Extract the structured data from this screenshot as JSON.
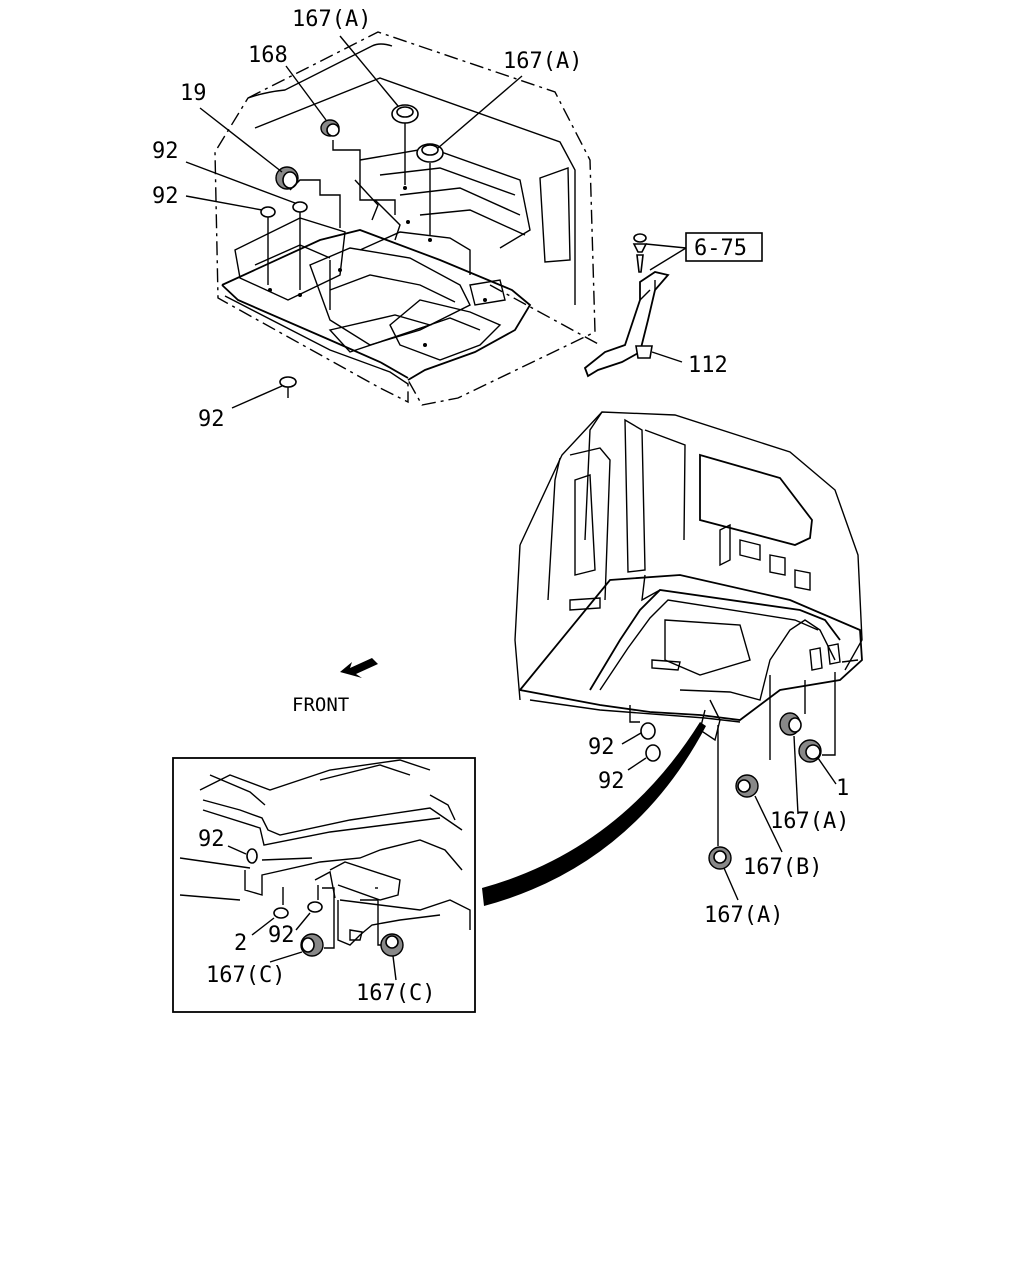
{
  "top_view": {
    "callouts": [
      {
        "id": "c1",
        "text": "167(A)"
      },
      {
        "id": "c2",
        "text": "168"
      },
      {
        "id": "c3",
        "text": "167(A)"
      },
      {
        "id": "c4",
        "text": "19"
      },
      {
        "id": "c5",
        "text": "92"
      },
      {
        "id": "c6",
        "text": "92"
      },
      {
        "id": "c7",
        "text": "6-75"
      },
      {
        "id": "c8",
        "text": "112"
      },
      {
        "id": "c9",
        "text": "92"
      }
    ]
  },
  "bottom_view": {
    "front_label": "FRONT",
    "callouts": [
      {
        "id": "d1",
        "text": "92"
      },
      {
        "id": "d2",
        "text": "92"
      },
      {
        "id": "d3",
        "text": "1"
      },
      {
        "id": "d4",
        "text": "167(A)"
      },
      {
        "id": "d5",
        "text": "167(B)"
      },
      {
        "id": "d6",
        "text": "167(A)"
      }
    ]
  },
  "detail_view": {
    "callouts": [
      {
        "id": "e1",
        "text": "92"
      },
      {
        "id": "e2",
        "text": "2"
      },
      {
        "id": "e3",
        "text": "92"
      },
      {
        "id": "e4",
        "text": "167(C)"
      },
      {
        "id": "e5",
        "text": "167(C)"
      }
    ]
  }
}
